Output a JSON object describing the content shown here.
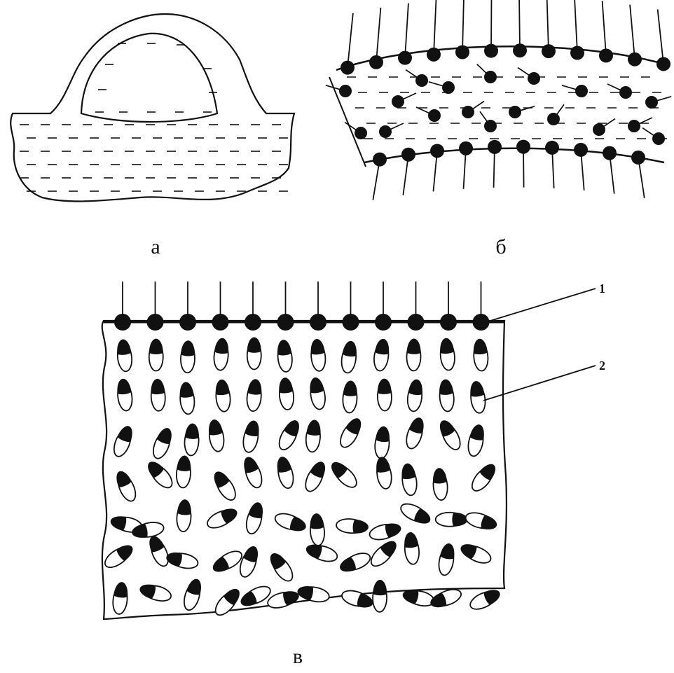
{
  "panels": [
    {
      "caption": "а"
    },
    {
      "caption": "б"
    },
    {
      "caption": "в",
      "callouts": [
        "1",
        "2"
      ]
    }
  ],
  "colors": {
    "ink": "#111111",
    "fill": "#ffffff"
  }
}
